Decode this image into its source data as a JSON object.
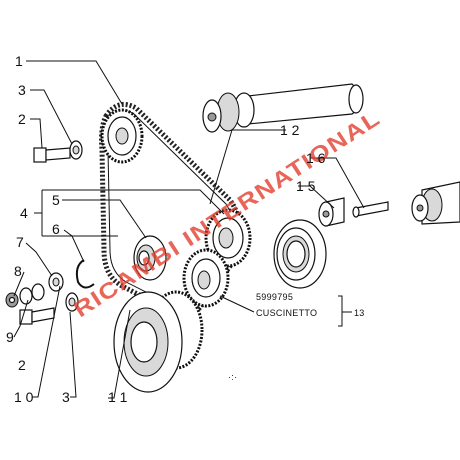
{
  "diagram": {
    "callouts": [
      {
        "id": "1"
      },
      {
        "id": "2"
      },
      {
        "id": "3"
      },
      {
        "id": "4"
      },
      {
        "id": "5"
      },
      {
        "id": "6"
      },
      {
        "id": "7"
      },
      {
        "id": "8"
      },
      {
        "id": "9"
      },
      {
        "id": "10"
      },
      {
        "id": "11"
      },
      {
        "id": "12"
      },
      {
        "id": "13"
      },
      {
        "id": "15"
      },
      {
        "id": "16"
      }
    ],
    "labels": {
      "c1": "1",
      "c2a": "2",
      "c2b": "2",
      "c3a": "3",
      "c3b": "3",
      "c4": "4",
      "c5": "5",
      "c6": "6",
      "c7": "7",
      "c8": "8",
      "c9": "9",
      "c10": "1 0",
      "c11": "1 1",
      "c12": "1 2",
      "c13": "13",
      "c15": "1 5",
      "c16": "1 6"
    },
    "part_number": "5999795",
    "part_name": "CUSCINETTO",
    "watermark": "RICAMBI INTERNATIONAL"
  }
}
